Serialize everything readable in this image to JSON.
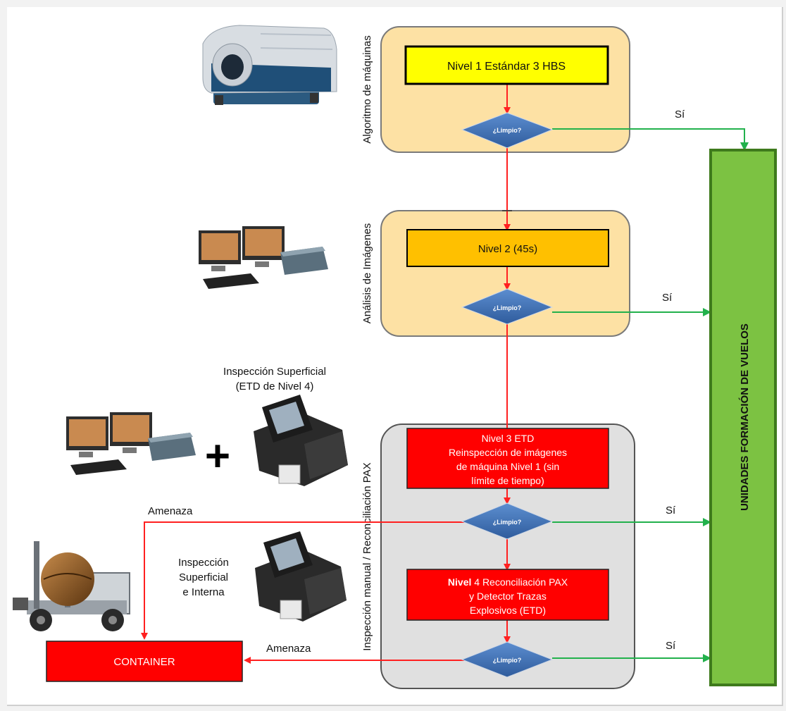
{
  "lanes": {
    "lane1": "Algoritmo de máquinas",
    "lane2": "Análisis de Imágenes",
    "lane3": "Inspección manual / Reconciliación PAX"
  },
  "boxes": {
    "nivel1": "Nivel 1 Estándar 3 HBS",
    "nivel2": "Nivel 2 (45s)",
    "nivel3_l1": "Nivel 3 ETD",
    "nivel3_l2": "Reinspección de imágenes",
    "nivel3_l3": "de máquina Nivel 1 (sin",
    "nivel3_l4": "límite de tiempo)",
    "nivel4_bold": "Nivel",
    "nivel4_l1": " 4 Reconciliación PAX",
    "nivel4_l2": "y Detector Trazas",
    "nivel4_l3": "Explosivos (ETD)",
    "container": "CONTAINER",
    "unidades": "UNIDADES FORMACIÓN DE VUELOS"
  },
  "decisions": {
    "d1": "¿Limpio?",
    "d2": "¿Limpio?",
    "d3": "¿Limpio?",
    "d4": "¿Limpio?"
  },
  "edges": {
    "yes1": "Sí",
    "yes2": "Sí",
    "yes3": "Sí",
    "yes4": "Sí",
    "threat1": "Amenaza",
    "threat2": "Amenaza"
  },
  "notes": {
    "surface_l1": "Inspección Superficial",
    "surface_l2": "(ETD de Nivel 4)",
    "internal_l1": "Inspección",
    "internal_l2": "Superficial",
    "internal_l3": "e Interna",
    "plus": "+"
  },
  "icons": [
    "ct-scanner-icon",
    "workstation-icon",
    "etd-device-icon",
    "forklift-container-icon"
  ],
  "colors": {
    "yellow_box": "#ffff00",
    "orange_box": "#ffc000",
    "red_box": "#ff0000",
    "lane_fill": "#fde1a4",
    "manual_fill": "#e0e0e0",
    "green": "#7cc242",
    "green_line": "#22b14c",
    "red_line": "#ff2020",
    "diamond": "#3d6fb2"
  }
}
